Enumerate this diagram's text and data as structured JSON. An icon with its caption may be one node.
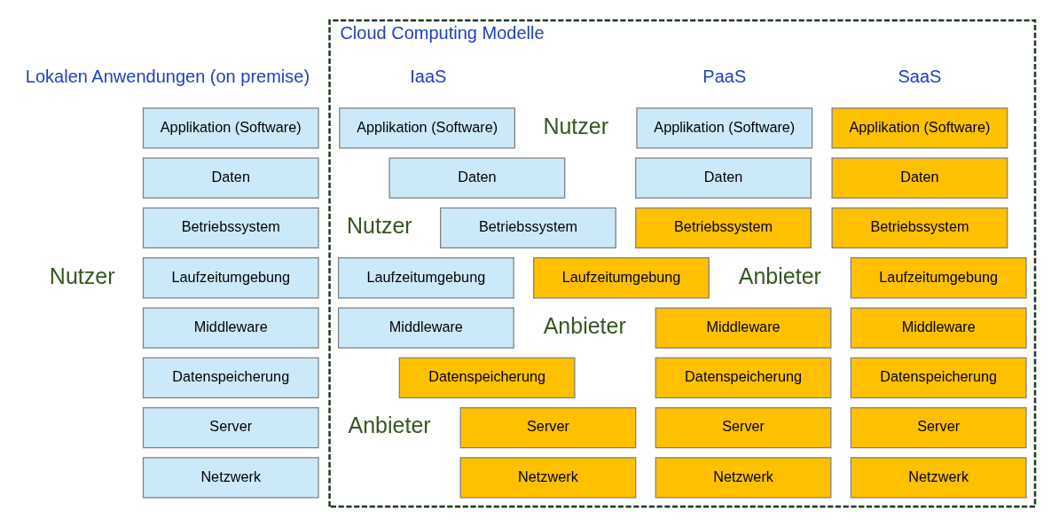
{
  "diagram": {
    "nodes": [
      {
        "text": [
          "Applikation (Software)"
        ]
      },
      {
        "text": [
          "Daten"
        ]
      },
      {
        "text": [
          "Betriebssystem"
        ]
      },
      {
        "text": [
          "Laufzeitumgebung"
        ]
      },
      {
        "text": [
          "Middleware"
        ]
      },
      {
        "text": [
          "Datenspeicherung"
        ]
      },
      {
        "text": [
          "Server"
        ]
      },
      {
        "text": [
          "Netzwerk"
        ]
      },
      {
        "text": [
          "Cloud Computing Modelle"
        ]
      },
      {
        "text": [
          "Applikation (Software)"
        ],
        "in": 8
      },
      {
        "text": [
          "Daten"
        ],
        "in": 8
      },
      {
        "text": [
          "Betriebssystem"
        ],
        "in": 8
      },
      {
        "text": [
          "Laufzeitumgebung"
        ],
        "in": 8
      },
      {
        "text": [
          "Middleware"
        ],
        "in": 8
      },
      {
        "text": [
          "Datenspeicherung"
        ],
        "in": 8
      },
      {
        "text": [
          "Server"
        ],
        "in": 8
      },
      {
        "text": [
          "Netzwerk"
        ],
        "in": 8
      },
      {
        "text": [
          "Applikation (Software)"
        ],
        "in": 8
      },
      {
        "text": [
          "Daten"
        ],
        "in": 8
      },
      {
        "text": [
          "Betriebssystem"
        ],
        "in": 8
      },
      {
        "text": [
          "Laufzeitumgebung"
        ],
        "in": 8
      },
      {
        "text": [
          "Middleware"
        ],
        "in": 8
      },
      {
        "text": [
          "Datenspeicherung"
        ],
        "in": 8
      },
      {
        "text": [
          "Server"
        ],
        "in": 8
      },
      {
        "text": [
          "Netzwerk"
        ],
        "in": 8
      },
      {
        "text": [
          "Applikation (Software)"
        ],
        "in": 8
      },
      {
        "text": [
          "Daten"
        ],
        "in": 8
      },
      {
        "text": [
          "Betriebssystem"
        ],
        "in": 8
      },
      {
        "text": [
          "Laufzeitumgebung"
        ],
        "in": 8
      },
      {
        "text": [
          "Middleware"
        ],
        "in": 8
      },
      {
        "text": [
          "Datenspeicherung"
        ],
        "in": 8
      },
      {
        "text": [
          "Server"
        ],
        "in": 8
      },
      {
        "text": [
          "Netzwerk"
        ],
        "in": 8
      }
    ],
    "labels": [
      "Lokalen Anwendungen (on premise)",
      "IaaS",
      "PaaS",
      "SaaS",
      "Nutzer",
      "Nutzer",
      "Anbieter",
      "Nutzer",
      "Anbieter",
      "Anbieter"
    ]
  }
}
